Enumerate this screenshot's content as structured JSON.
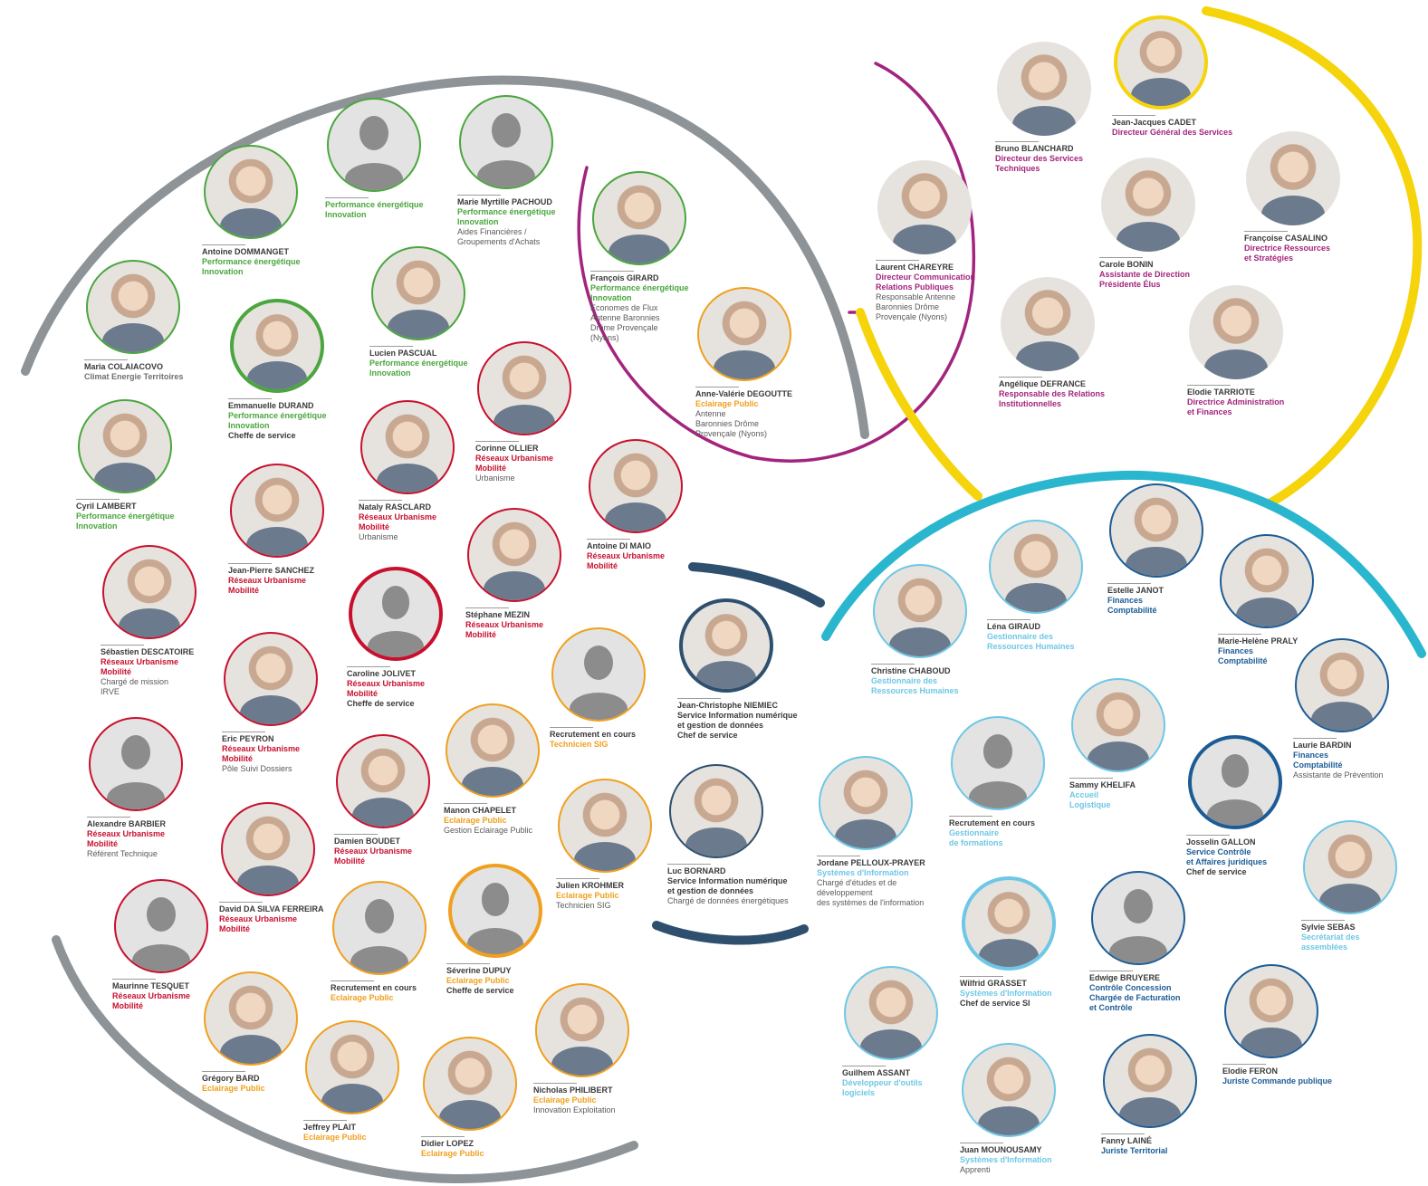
{
  "colors": {
    "green": "#4aa63e",
    "red": "#c8102e",
    "orange": "#f0a01e",
    "purple": "#a3247e",
    "yellow": "#f5d40c",
    "cyan": "#2bb6cf",
    "navy": "#2e4f6e",
    "blue": "#1c5c96",
    "lightblue": "#6ec7e6",
    "grey": "#8d9396"
  },
  "people": [
    {
      "name": "Antoine DOMMANGET",
      "dept": "Performance énergétique\nInnovation",
      "role": "",
      "extra": "",
      "color": "green",
      "photo": true
    },
    {
      "name": "",
      "dept": "Performance énergétique\nInnovation",
      "role": "",
      "extra": "",
      "color": "green",
      "photo": false
    },
    {
      "name": "Marie Myrtille PACHOUD",
      "dept": "Performance énergétique\nInnovation",
      "role": "Aides Financières /\nGroupements d'Achats",
      "extra": "",
      "color": "green",
      "photo": false
    },
    {
      "name": "Maria COLAIACOVO",
      "dept": "Climat Energie Territoires",
      "role": "",
      "extra": "",
      "color": "green",
      "photo": true,
      "deptGrey": true
    },
    {
      "name": "Emmanuelle DURAND",
      "dept": "Performance énergétique\nInnovation",
      "role": "",
      "extra": "Cheffe de service",
      "color": "green",
      "photo": true,
      "thick": true
    },
    {
      "name": "Lucien PASCUAL",
      "dept": "Performance énergétique\nInnovation",
      "role": "",
      "extra": "",
      "color": "green",
      "photo": true
    },
    {
      "name": "Cyril LAMBERT",
      "dept": "Performance énergétique\nInnovation",
      "role": "",
      "extra": "",
      "color": "green",
      "photo": true
    },
    {
      "name": "François GIRARD",
      "dept": "Performance énergétique\nInnovation",
      "role": "Economes de Flux\nAntenne Baronnies\nDrôme Provençale\n(Nyons)",
      "extra": "",
      "color": "green",
      "photo": true
    },
    {
      "name": "Anne-Valérie DEGOUTTE",
      "dept": "Eclairage Public",
      "role": "Antenne\nBaronnies Drôme\nProvençale (Nyons)",
      "extra": "",
      "color": "orange",
      "photo": true
    },
    {
      "name": "Corinne OLLIER",
      "dept": "Réseaux Urbanisme\nMobilité",
      "role": "Urbanisme",
      "extra": "",
      "color": "red",
      "photo": true
    },
    {
      "name": "Nataly RASCLARD",
      "dept": "Réseaux Urbanisme\nMobilité",
      "role": "Urbanisme",
      "extra": "",
      "color": "red",
      "photo": true
    },
    {
      "name": "Jean-Pierre SANCHEZ",
      "dept": "Réseaux Urbanisme\nMobilité",
      "role": "",
      "extra": "",
      "color": "red",
      "photo": true
    },
    {
      "name": "Antoine DI MAIO",
      "dept": "Réseaux Urbanisme\nMobilité",
      "role": "",
      "extra": "",
      "color": "red",
      "photo": true
    },
    {
      "name": "Stéphane MEZIN",
      "dept": "Réseaux Urbanisme\nMobilité",
      "role": "",
      "extra": "",
      "color": "red",
      "photo": true
    },
    {
      "name": "Sébastien DESCATOIRE",
      "dept": "Réseaux Urbanisme\nMobilité",
      "role": "Chargé de mission\nIRVE",
      "extra": "",
      "color": "red",
      "photo": true
    },
    {
      "name": "Caroline JOLIVET",
      "dept": "Réseaux Urbanisme\nMobilité",
      "role": "",
      "extra": "Cheffe de service",
      "color": "red",
      "photo": false,
      "thick": true
    },
    {
      "name": "Eric PEYRON",
      "dept": "Réseaux Urbanisme\nMobilité",
      "role": "Pôle Suivi Dossiers",
      "extra": "",
      "color": "red",
      "photo": true
    },
    {
      "name": "Alexandre BARBIER",
      "dept": "Réseaux Urbanisme\nMobilité",
      "role": "Référent Technique",
      "extra": "",
      "color": "red",
      "photo": false
    },
    {
      "name": "Damien BOUDET",
      "dept": "Réseaux Urbanisme\nMobilité",
      "role": "",
      "extra": "",
      "color": "red",
      "photo": true
    },
    {
      "name": "David DA SILVA FERREIRA",
      "dept": "Réseaux Urbanisme\nMobilité",
      "role": "",
      "extra": "",
      "color": "red",
      "photo": true
    },
    {
      "name": "Maurinne TESQUET",
      "dept": "Réseaux Urbanisme\nMobilité",
      "role": "",
      "extra": "",
      "color": "red",
      "photo": false
    },
    {
      "name": "Recrutement en cours",
      "dept": "Technicien SIG",
      "role": "",
      "extra": "",
      "color": "orange",
      "photo": false
    },
    {
      "name": "Manon CHAPELET",
      "dept": "Eclairage Public",
      "role": "Gestion Eclairage Public",
      "extra": "",
      "color": "orange",
      "photo": true
    },
    {
      "name": "Julien KROHMER",
      "dept": "Eclairage Public",
      "role": "Technicien SIG",
      "extra": "",
      "color": "orange",
      "photo": true
    },
    {
      "name": "Recrutement en cours",
      "dept": "Eclairage Public",
      "role": "",
      "extra": "",
      "color": "orange",
      "photo": false
    },
    {
      "name": "Séverine DUPUY",
      "dept": "Eclairage Public",
      "role": "",
      "extra": "Cheffe de service",
      "color": "orange",
      "photo": false,
      "thick": true
    },
    {
      "name": "Grégory BARD",
      "dept": "Eclairage Public",
      "role": "",
      "extra": "",
      "color": "orange",
      "photo": true
    },
    {
      "name": "Jeffrey PLAIT",
      "dept": "Eclairage Public",
      "role": "",
      "extra": "",
      "color": "orange",
      "photo": true
    },
    {
      "name": "Didier LOPEZ",
      "dept": "Eclairage Public",
      "role": "",
      "extra": "",
      "color": "orange",
      "photo": true
    },
    {
      "name": "Nicholas PHILIBERT",
      "dept": "Eclairage Public",
      "role": "Innovation Exploitation",
      "extra": "",
      "color": "orange",
      "photo": true
    },
    {
      "name": "Jean-Christophe NIEMIEC",
      "dept": "Service Information numérique\net gestion de données",
      "role": "",
      "extra": "Chef de service",
      "color": "navy",
      "photo": true,
      "deptDark": true,
      "thick": true
    },
    {
      "name": "Luc BORNARD",
      "dept": "Service Information numérique\net gestion de données",
      "role": "Chargé de données énergétiques",
      "extra": "",
      "color": "navy",
      "photo": true,
      "deptDark": true
    },
    {
      "name": "Jean-Jacques CADET",
      "dept": "Directeur Général des Services",
      "role": "",
      "extra": "",
      "color": "yellow",
      "photo": true,
      "deptColor": "purple",
      "thick": true
    },
    {
      "name": "Bruno BLANCHARD",
      "dept": "Directeur des Services\nTechniques",
      "role": "",
      "extra": "",
      "color": "none",
      "photo": true,
      "deptColor": "purple"
    },
    {
      "name": "Laurent CHAREYRE",
      "dept": "Directeur Communication\nRelations Publiques",
      "role": "Responsable Antenne\nBaronnies Drôme\nProvençale (Nyons)",
      "extra": "",
      "color": "none",
      "photo": true,
      "deptColor": "purple"
    },
    {
      "name": "Carole BONIN",
      "dept": "Assistante de Direction\nPrésidente Élus",
      "role": "",
      "extra": "",
      "color": "none",
      "photo": true,
      "deptColor": "purple"
    },
    {
      "name": "Françoise CASALINO",
      "dept": "Directrice Ressources\net Stratégies",
      "role": "",
      "extra": "",
      "color": "none",
      "photo": true,
      "deptColor": "purple"
    },
    {
      "name": "Angélique DEFRANCE",
      "dept": "Responsable des Relations\nInstitutionnelles",
      "role": "",
      "extra": "",
      "color": "none",
      "photo": true,
      "deptColor": "purple"
    },
    {
      "name": "Elodie TARRIOTE",
      "dept": "Directrice Administration\net Finances",
      "role": "",
      "extra": "",
      "color": "none",
      "photo": true,
      "deptColor": "purple"
    },
    {
      "name": "Estelle JANOT",
      "dept": "Finances\nComptabilité",
      "role": "",
      "extra": "",
      "color": "blue",
      "photo": true
    },
    {
      "name": "Léna GIRAUD",
      "dept": "Gestionnaire des\nRessources Humaines",
      "role": "",
      "extra": "",
      "color": "lightblue",
      "photo": true
    },
    {
      "name": "Christine CHABOUD",
      "dept": "Gestionnaire des\nRessources Humaines",
      "role": "",
      "extra": "",
      "color": "lightblue",
      "photo": true
    },
    {
      "name": "Marie-Helène PRALY",
      "dept": "Finances\nComptabilité",
      "role": "",
      "extra": "",
      "color": "blue",
      "photo": true
    },
    {
      "name": "Laurie BARDIN",
      "dept": "Finances\nComptabilité",
      "role": "Assistante de Prévention",
      "extra": "",
      "color": "blue",
      "photo": true
    },
    {
      "name": "Sammy KHELIFA",
      "dept": "Accueil\nLogistique",
      "role": "",
      "extra": "",
      "color": "lightblue",
      "photo": true
    },
    {
      "name": "Recrutement en cours",
      "dept": "Gestionnaire\nde formations",
      "role": "",
      "extra": "",
      "color": "lightblue",
      "photo": false
    },
    {
      "name": "Jordane PELLOUX-PRAYER",
      "dept": "Systèmes d'Information",
      "role": "Chargé d'études et de\ndéveloppement\ndes systèmes de l'information",
      "extra": "",
      "color": "lightblue",
      "photo": true
    },
    {
      "name": "Josselin GALLON",
      "dept": "Service Contrôle\net Affaires juridiques",
      "role": "",
      "extra": "Chef de service",
      "color": "blue",
      "photo": false,
      "thick": true
    },
    {
      "name": "Sylvie SEBAS",
      "dept": "Secrétariat des\nassemblées",
      "role": "",
      "extra": "",
      "color": "lightblue",
      "photo": true
    },
    {
      "name": "Wilfrid GRASSET",
      "dept": "Systèmes d'Information",
      "role": "",
      "extra": "Chef de service SI",
      "color": "lightblue",
      "photo": true,
      "thick": true
    },
    {
      "name": "Edwige BRUYERE",
      "dept": "Contrôle Concession\nChargée de Facturation\net Contrôle",
      "role": "",
      "extra": "",
      "color": "blue",
      "photo": false
    },
    {
      "name": "Guilhem ASSANT",
      "dept": "Développeur d'outils\nlogiciels",
      "role": "",
      "extra": "",
      "color": "lightblue",
      "photo": true
    },
    {
      "name": "Elodie FERON",
      "dept": "Juriste Commande publique",
      "role": "",
      "extra": "",
      "color": "blue",
      "photo": true
    },
    {
      "name": "Fanny LAINÉ",
      "dept": "Juriste Territorial",
      "role": "",
      "extra": "",
      "color": "blue",
      "photo": true
    },
    {
      "name": "Juan MOUNOUSAMY",
      "dept": "Systèmes d'Information",
      "role": "Apprenti",
      "extra": "",
      "color": "lightblue",
      "photo": true
    }
  ]
}
